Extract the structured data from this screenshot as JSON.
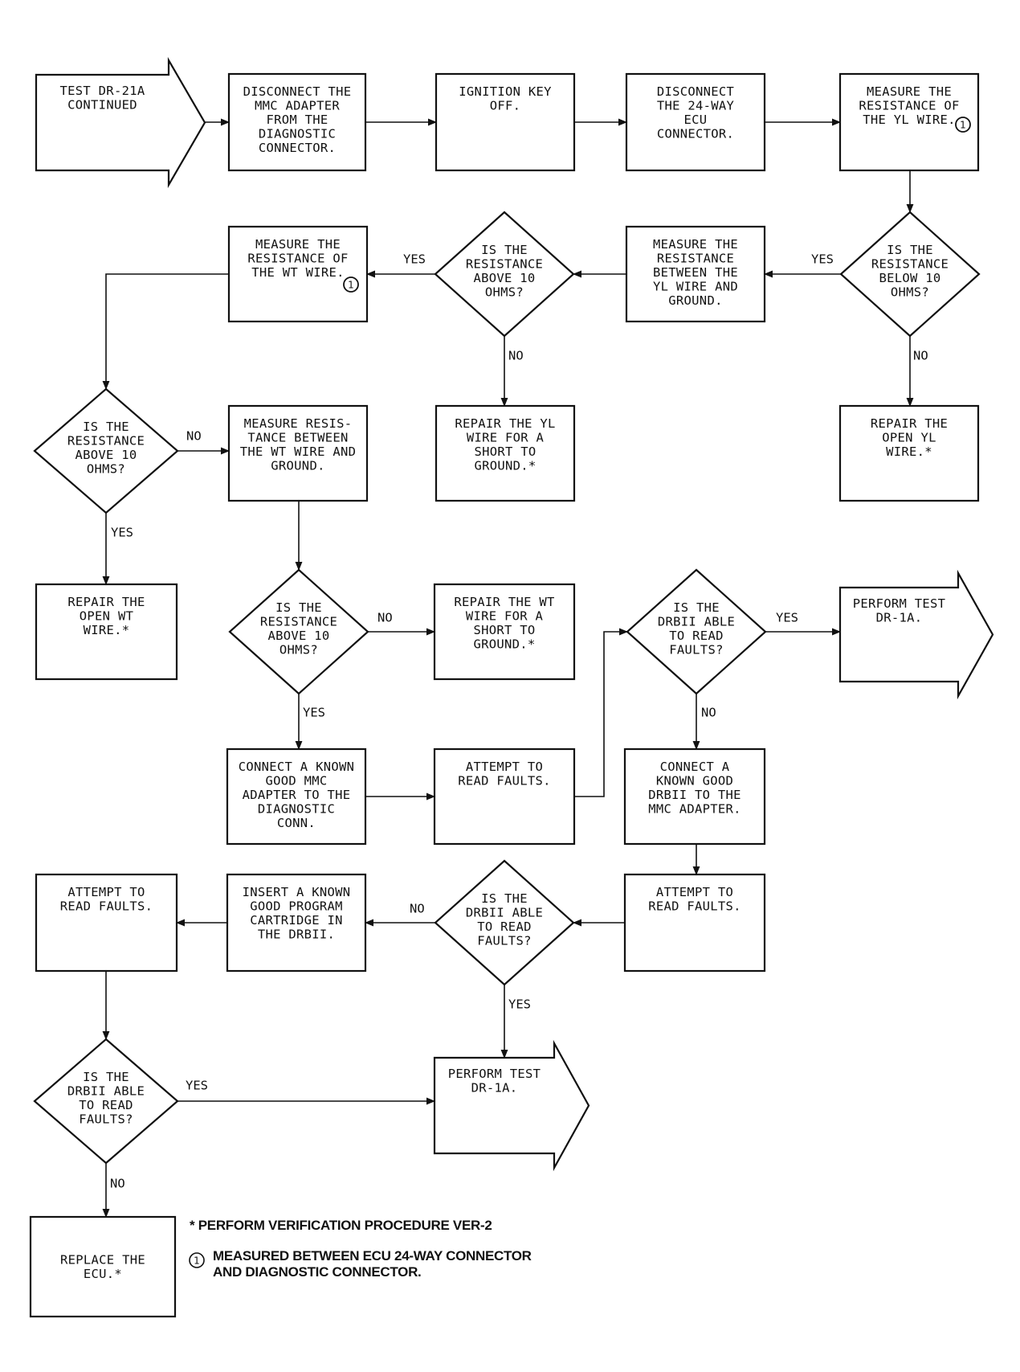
{
  "nodes": {
    "start": {
      "lines": [
        "TEST DR-21A",
        "CONTINUED"
      ]
    },
    "disconnect_mmc": {
      "lines": [
        "DISCONNECT THE",
        "MMC ADAPTER",
        "FROM THE",
        "DIAGNOSTIC",
        "CONNECTOR."
      ]
    },
    "ignition_off": {
      "lines": [
        "IGNITION KEY",
        "OFF."
      ]
    },
    "disconnect_ecu": {
      "lines": [
        "DISCONNECT",
        "THE 24-WAY",
        "ECU",
        "CONNECTOR."
      ]
    },
    "measure_yl": {
      "lines": [
        "MEASURE THE",
        "RESISTANCE OF",
        "THE YL WIRE."
      ]
    },
    "d_below10": {
      "lines": [
        "IS THE",
        "RESISTANCE",
        "BELOW 10",
        "OHMS?"
      ]
    },
    "repair_open_yl": {
      "lines": [
        "REPAIR THE",
        "OPEN YL",
        "WIRE.*"
      ]
    },
    "measure_yl_ground": {
      "lines": [
        "MEASURE THE",
        "RESISTANCE",
        "BETWEEN THE",
        "YL WIRE AND",
        "GROUND."
      ]
    },
    "d_above10_yl": {
      "lines": [
        "IS THE",
        "RESISTANCE",
        "ABOVE 10",
        "OHMS?"
      ]
    },
    "repair_yl_short": {
      "lines": [
        "REPAIR THE YL",
        "WIRE FOR A",
        "SHORT TO",
        "GROUND.*"
      ]
    },
    "measure_wt": {
      "lines": [
        "MEASURE THE",
        "RESISTANCE OF",
        "THE WT WIRE."
      ]
    },
    "d_above10_wt": {
      "lines": [
        "IS THE",
        "RESISTANCE",
        "ABOVE 10",
        "OHMS?"
      ]
    },
    "repair_open_wt": {
      "lines": [
        "REPAIR THE",
        "OPEN WT",
        "WIRE.*"
      ]
    },
    "measure_wt_ground": {
      "lines": [
        "MEASURE RESIS-",
        "TANCE BETWEEN",
        "THE WT WIRE AND",
        "GROUND."
      ]
    },
    "d_above10_wtg": {
      "lines": [
        "IS THE",
        "RESISTANCE",
        "ABOVE 10",
        "OHMS?"
      ]
    },
    "repair_wt_short": {
      "lines": [
        "REPAIR THE WT",
        "WIRE FOR A",
        "SHORT TO",
        "GROUND.*"
      ]
    },
    "connect_mmc": {
      "lines": [
        "CONNECT A KNOWN",
        "GOOD MMC",
        "ADAPTER TO THE",
        "DIAGNOSTIC",
        "CONN."
      ]
    },
    "attempt1": {
      "lines": [
        "ATTEMPT TO",
        "READ FAULTS."
      ]
    },
    "d_drb1": {
      "lines": [
        "IS THE",
        "DRBII ABLE",
        "TO READ",
        "FAULTS?"
      ]
    },
    "perform1": {
      "lines": [
        "PERFORM TEST",
        "DR-1A."
      ]
    },
    "connect_drb": {
      "lines": [
        "CONNECT A",
        "KNOWN GOOD",
        "DRBII TO THE",
        "MMC ADAPTER."
      ]
    },
    "attempt2": {
      "lines": [
        "ATTEMPT TO",
        "READ FAULTS."
      ]
    },
    "d_drb2": {
      "lines": [
        "IS THE",
        "DRBII ABLE",
        "TO READ",
        "FAULTS?"
      ]
    },
    "insert_cart": {
      "lines": [
        "INSERT A KNOWN",
        "GOOD PROGRAM",
        "CARTRIDGE IN",
        "THE DRBII."
      ]
    },
    "attempt3": {
      "lines": [
        "ATTEMPT TO",
        "READ FAULTS."
      ]
    },
    "d_drb3": {
      "lines": [
        "IS THE",
        "DRBII ABLE",
        "TO READ",
        "FAULTS?"
      ]
    },
    "perform2": {
      "lines": [
        "PERFORM TEST",
        "DR-1A."
      ]
    },
    "replace_ecu": {
      "lines": [
        "REPLACE THE",
        "ECU.*"
      ]
    }
  },
  "edge_labels": {
    "yes": "YES",
    "no": "NO"
  },
  "circled_marker": "1",
  "notes": {
    "verification": "* PERFORM VERIFICATION PROCEDURE VER-2",
    "measured_line1": "MEASURED BETWEEN ECU 24-WAY CONNECTOR",
    "measured_line2": "AND DIAGNOSTIC CONNECTOR."
  }
}
